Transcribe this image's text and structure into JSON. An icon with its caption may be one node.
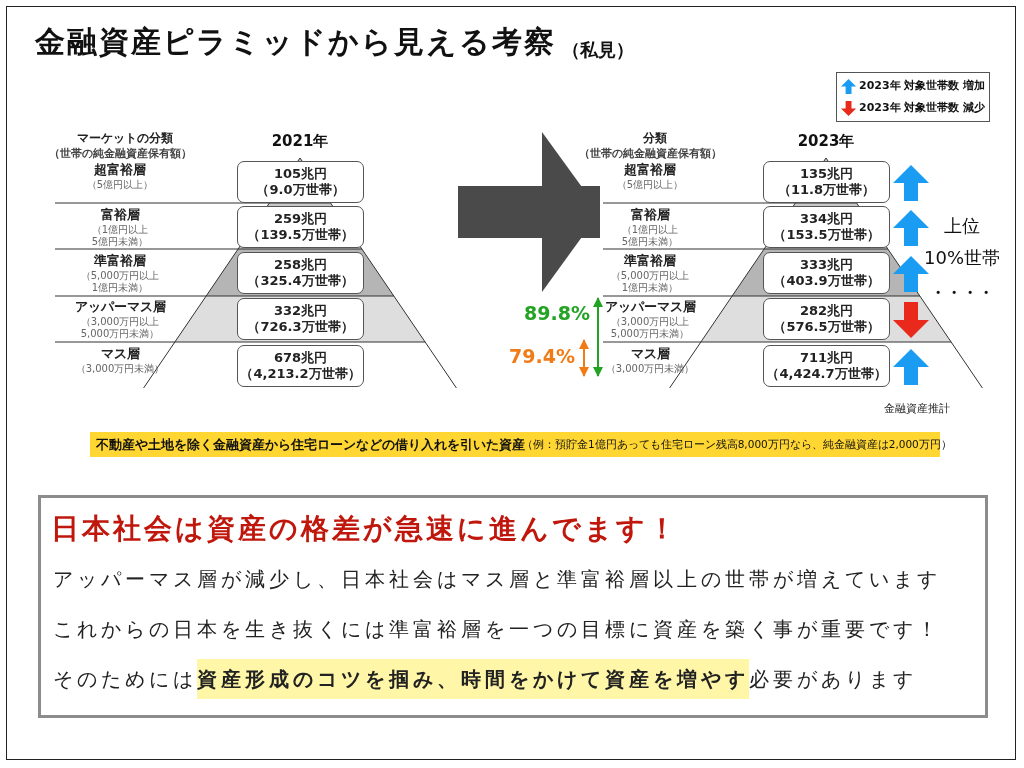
{
  "diagram": {
    "title": "金融資産ピラミッドから見える考察",
    "nodes": [
      {
        "text": [
          "2021年"
        ]
      },
      {
        "text": [
          "105兆円（9.0万世帯）"
        ],
        "in": 0
      },
      {
        "text": [
          "259兆円（139.5万世帯）"
        ],
        "in": 0
      },
      {
        "text": [
          "258兆円（325.4万世帯）"
        ],
        "in": 0
      },
      {
        "text": [
          "332兆円（726.3万世帯）"
        ],
        "in": 0
      },
      {
        "text": [
          "678兆円（4,213.2万世帯）"
        ],
        "in": 0
      },
      {
        "text": [
          "2023年"
        ]
      },
      {
        "text": [
          "135兆円（11.8万世帯）"
        ],
        "in": 6
      },
      {
        "text": [
          "334兆円（153.5万世帯）"
        ],
        "in": 6
      },
      {
        "text": [
          "333兆円（403.9万世帯）"
        ],
        "in": 6
      },
      {
        "text": [
          "282兆円（576.5万世帯）"
        ],
        "in": 6
      },
      {
        "text": [
          "711兆円（4,424.7万世帯）"
        ],
        "in": 6
      },
      {
        "text": [
          "日本社会は資産の格差が急速に進んでます！",
          "アッパーマス層が減少し、日本社会はマス層と準富裕層以上の世帯が増えています",
          "これからの日本を生き抜くには準富裕層を一つの目標に資産を築く事が重要です！",
          "そのためには**資産形成のコツを掴み、時間をかけて資産を増やす**必要があります"
        ]
      }
    ],
    "edges": [
      {
        "from": 0,
        "to": 6,
        "arrow": "to"
      }
    ],
    "labels": [
      "（私見）",
      "マーケットの分類",
      "（世帯の純金融資産保有額）",
      "超富裕層",
      "（5億円以上）",
      "富裕層",
      "（1億円以上5億円未満）",
      "準富裕層",
      "（5,000万円以上1億円未満）",
      "アッパーマス層",
      "（3,000万円以上5,000万円未満）",
      "マス層",
      "（3,000万円未満）",
      "分類",
      "（世帯の純金融資産保有額）",
      "超富裕層",
      "（5億円以上）",
      "富裕層",
      "（1億円以上5億円未満）",
      "準富裕層",
      "（5,000万円以上1億円未満）",
      "アッパーマス層",
      "（3,000万円以上5,000万円未満）",
      "マス層",
      "（3,000万円未満）",
      "上位10%世帯",
      "・・・・",
      "89.8%",
      "79.4%",
      "金融資産推計",
      "不動産や土地を除く金融資産から住宅ローンなどの借り入れを引いた資産",
      "（例：預貯金1億円あっても住宅ローン残高8,000万円なら、純金融資産は2,000万円）"
    ],
    "legend": [
      {
        "text": "2023年 対象世帯数 増加"
      },
      {
        "text": "2023年 対象世帯数 減少"
      }
    ]
  }
}
